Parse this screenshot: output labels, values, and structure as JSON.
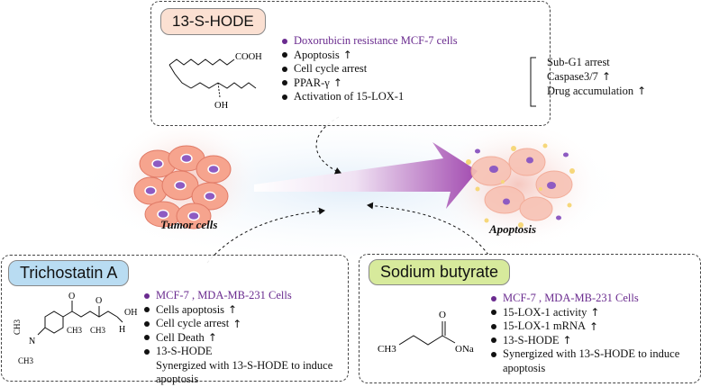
{
  "hode": {
    "title": "13-S-HODE",
    "formula_cooh": "COOH",
    "formula_oh": "OH",
    "items": [
      {
        "text": "Doxorubicin  resistance MCF-7 cells",
        "arrow": ""
      },
      {
        "text": "Apoptosis",
        "arrow": "↑"
      },
      {
        "text": "Cell cycle arrest",
        "arrow": ""
      },
      {
        "text": "PPAR-γ",
        "arrow": "↑"
      },
      {
        "text": "Activation of 15-LOX-1",
        "arrow": ""
      }
    ],
    "sub": [
      {
        "text": "Sub-G1 arrest",
        "arrow": ""
      },
      {
        "text": "Caspase3/7",
        "arrow": "↑"
      },
      {
        "text": "Drug accumulation",
        "arrow": "↑"
      }
    ]
  },
  "tumor": {
    "label": "Tumor cells"
  },
  "apoptosis": {
    "label": "Apoptosis"
  },
  "tsa": {
    "title": "Trichostatin A",
    "formula_ch3_top": "CH3",
    "formula_ch3_bottom": "CH3",
    "formula_ch3_a": "CH3",
    "formula_ch3_b": "CH3",
    "formula_o1": "O",
    "formula_o2": "O",
    "formula_oh": "OH",
    "formula_n": "N",
    "formula_h": "H",
    "items": [
      {
        "text": "MCF-7 , MDA-MB-231 Cells",
        "arrow": ""
      },
      {
        "text": "Cells apoptosis",
        "arrow": "↑"
      },
      {
        "text": "Cell cycle arrest",
        "arrow": "↑"
      },
      {
        "text": "Cell Death",
        "arrow": "↑"
      },
      {
        "text": "13-S-HODE",
        "arrow": ""
      }
    ],
    "note": "Synergized with 13-S-HODE to induce",
    "note2": "apoptosis"
  },
  "sb": {
    "title": "Sodium butyrate",
    "formula_ch3": "CH3",
    "formula_o": "O",
    "formula_ona": "ONa",
    "items": [
      {
        "text": "MCF-7 , MDA-MB-231 Cells",
        "arrow": ""
      },
      {
        "text": "15-LOX-1 activity",
        "arrow": "↑"
      },
      {
        "text": "15-LOX-1 mRNA",
        "arrow": "↑"
      },
      {
        "text": "13-S-HODE",
        "arrow": "↑"
      },
      {
        "text": "Synergized with 13-S-HODE to induce",
        "arrow": ""
      }
    ],
    "note": "apoptosis"
  },
  "colors": {
    "purple": "#6a2b8f",
    "arrow": "#a24bb0",
    "tumor_cell": "#f4a08a",
    "nucleus": "#8e5bc2",
    "hode_title": "#fbe0d2",
    "tsa_title": "#b9dcf2",
    "sb_title": "#d7ea9c"
  }
}
